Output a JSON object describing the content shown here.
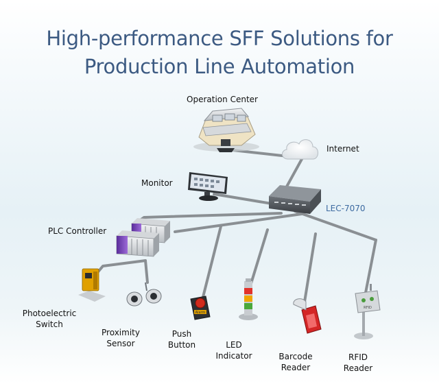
{
  "title": {
    "line1": "High-performance SFF Solutions for",
    "line2": "Production Line Automation"
  },
  "labels": {
    "operation_center": "Operation Center",
    "internet": "Internet",
    "monitor": "Monitor",
    "lec": "LEC-7070",
    "plc": "PLC Controller",
    "photo_1": "Photoelectric",
    "photo_2": "Switch",
    "prox_1": "Proximity",
    "prox_2": "Sensor",
    "push_1": "Push",
    "push_2": "Button",
    "led_1": "LED",
    "led_2": "Indicator",
    "barcode_1": "Barcode",
    "barcode_2": "Reader",
    "rfid_1": "RFID",
    "rfid_2": "Reader",
    "alarm_text": "Alarm",
    "rfid_text": "RFID"
  },
  "colors": {
    "title": "#3c5a82",
    "lec_label": "#3c6aa0",
    "cable": "#8a8f93"
  }
}
